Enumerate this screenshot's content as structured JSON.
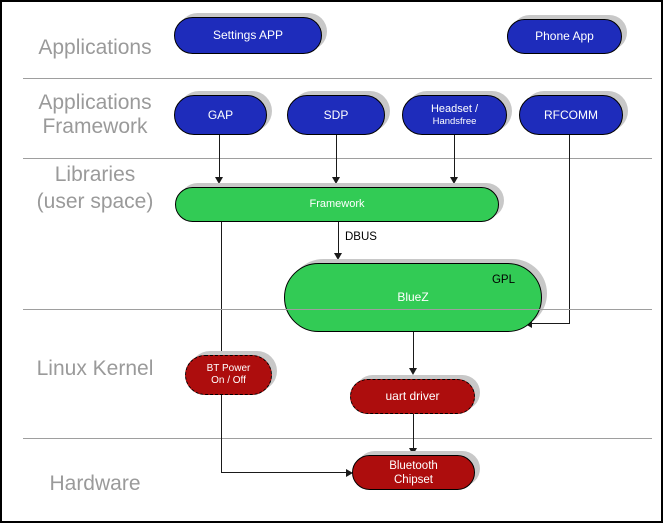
{
  "layers": [
    {
      "id": "applications",
      "line1": "Applications"
    },
    {
      "id": "applications-framework",
      "line1": "Applications",
      "line2": "Framework"
    },
    {
      "id": "libraries",
      "line1": "Libraries",
      "line2": "(user space)"
    },
    {
      "id": "linux-kernel",
      "line1": "Linux Kernel"
    },
    {
      "id": "hardware",
      "line1": "Hardware"
    }
  ],
  "nodes": {
    "settings_app": {
      "label": "Settings APP"
    },
    "phone_app": {
      "label": "Phone App"
    },
    "gap": {
      "label": "GAP"
    },
    "sdp": {
      "label": "SDP"
    },
    "headset": {
      "line1": "Headset /",
      "line2": "Handsfree"
    },
    "rfcomm": {
      "label": "RFCOMM"
    },
    "framework": {
      "label": "Framework"
    },
    "bluez": {
      "label": "BlueZ",
      "badge": "GPL"
    },
    "bt_power": {
      "line1": "BT Power",
      "line2": "On / Off"
    },
    "uart_driver": {
      "label": "uart driver"
    },
    "bt_chipset": {
      "line1": "Bluetooth",
      "line2": "Chipset"
    }
  },
  "edges": {
    "dbus_label": "DBUS"
  },
  "colors": {
    "app_blue": "#1e2cbb",
    "lib_green": "#32cb55",
    "kernel_red": "#ad0d0d",
    "shadow": "#c8c8c8",
    "divider": "#9e9e9e",
    "label_gray": "#9a9a9a"
  }
}
